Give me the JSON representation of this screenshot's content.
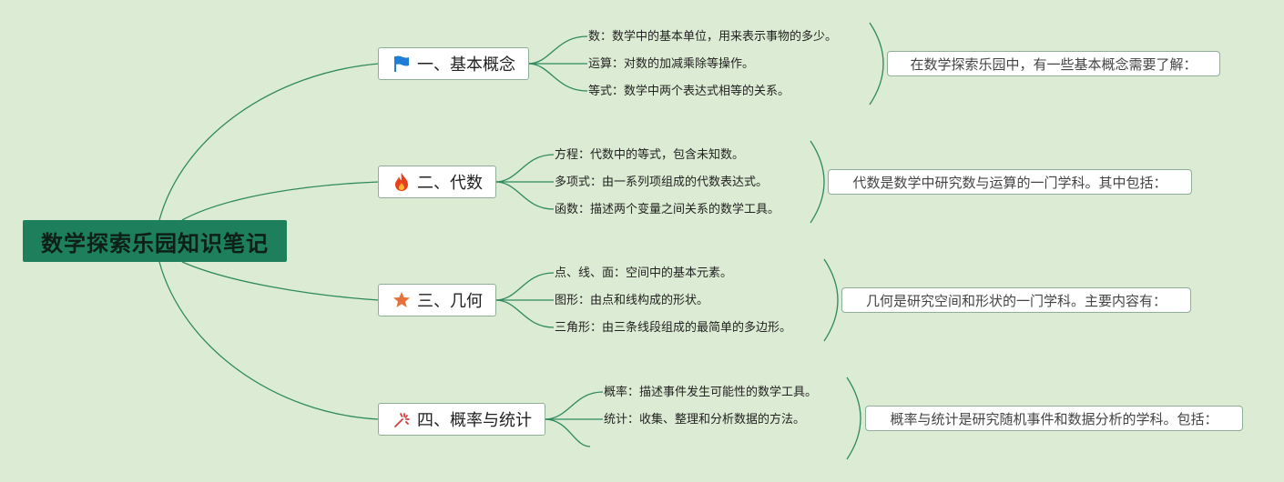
{
  "root": {
    "title": "数学探索乐园知识笔记"
  },
  "branches": [
    {
      "label": "一、基本概念",
      "icon": "flag-icon",
      "leaves": [
        "数：数学中的基本单位，用来表示事物的多少。",
        "运算：对数的加减乘除等操作。",
        "等式：数学中两个表达式相等的关系。"
      ],
      "summary": "在数学探索乐园中，有一些基本概念需要了解："
    },
    {
      "label": "二、代数",
      "icon": "fire-icon",
      "leaves": [
        "方程：代数中的等式，包含未知数。",
        "多项式：由一系列项组成的代数表达式。",
        "函数：描述两个变量之间关系的数学工具。"
      ],
      "summary": "代数是数学中研究数与运算的一门学科。其中包括："
    },
    {
      "label": "三、几何",
      "icon": "star-icon",
      "leaves": [
        "点、线、面：空间中的基本元素。",
        "图形：由点和线构成的形状。",
        "三角形：由三条线段组成的最简单的多边形。"
      ],
      "summary": "几何是研究空间和形状的一门学科。主要内容有："
    },
    {
      "label": "四、概率与统计",
      "icon": "fireworks-icon",
      "leaves": [
        "概率：描述事件发生可能性的数学工具。",
        "统计：收集、整理和分析数据的方法。"
      ],
      "summary": "概率与统计是研究随机事件和数据分析的学科。包括："
    }
  ],
  "colors": {
    "background": "#dcebd3",
    "root_fill": "#1e7f5c",
    "connector": "#2e8a5e",
    "flag": "#1f7fd6",
    "fire": "#e8401c",
    "star": "#e5703a",
    "fireworks": "#d93b3b"
  }
}
